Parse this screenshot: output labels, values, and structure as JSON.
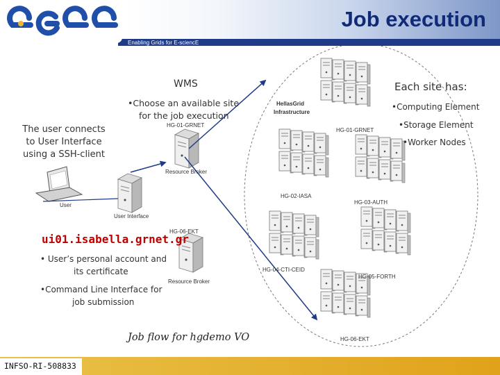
{
  "header": {
    "title": "Job execution",
    "tagline": "Enabling Grids for E-sciencE"
  },
  "colors": {
    "brand_blue": "#1f3a86",
    "title_blue": "#102a78",
    "highlight_red": "#c00000",
    "footer_gold": "#e0a21a"
  },
  "left": {
    "wms": "WMS",
    "choose_line1": "•Choose an available site",
    "choose_line2": "for the job execution",
    "user_note": "The user connects to User Interface using a SSH-client",
    "ui_host": "ui01.isabella.grnet.gr",
    "cert_line1": "• User’s personal account and",
    "cert_line2": "its certificate",
    "cli_line1": "•Command Line Interface for",
    "cli_line2": "job submission",
    "flow_caption": "Job flow for hgdemo VO"
  },
  "site": {
    "title": "Each site has:",
    "items": [
      "•Computing Element",
      "•Storage Element",
      "•Worker Nodes"
    ]
  },
  "diagram_labels": {
    "rb_top_site": "HG-01-GRNET",
    "rb_top": "Resource Broker",
    "user": "User",
    "user_interface": "User Interface",
    "rb_bottom_site": "HG-06-EKT",
    "rb_bottom": "Resource Broker",
    "infra_line1": "HellasGrid",
    "infra_line2": "Infrastructure",
    "hg01": "HG-01-GRNET",
    "hg02": "HG-02-IASA",
    "hg03": "HG-03-AUTH",
    "hg04": "HG-04-CTI-CEID",
    "hg05": "HG-05-FORTH",
    "hg06": "HG-06-EKT"
  },
  "footer": {
    "text": "INFSO-RI-508833"
  }
}
